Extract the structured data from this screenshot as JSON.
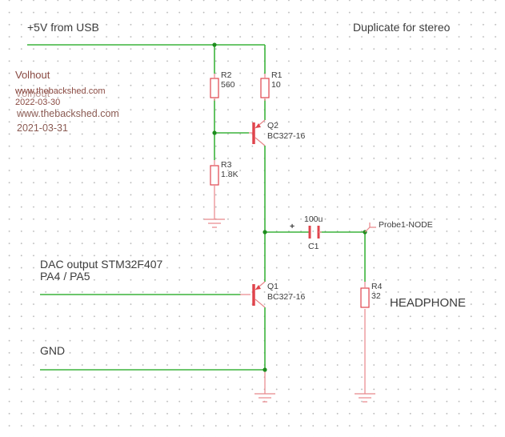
{
  "schematic": {
    "title_labels": {
      "supply": "+5V from USB",
      "note": "Duplicate for stereo",
      "input": "DAC output STM32F407",
      "input_pins": "PA4 / PA5",
      "ground": "GND",
      "load": "HEADPHONE"
    },
    "watermark": {
      "lines": [
        "Volhout",
        "www.thebackshed.com",
        "2022-03-30",
        "www.thebackshed.com",
        "2021-03-31"
      ],
      "overlap_ghost": "Volhout"
    },
    "components": [
      {
        "ref": "R2",
        "value": "560",
        "type": "resistor"
      },
      {
        "ref": "R1",
        "value": "10",
        "type": "resistor"
      },
      {
        "ref": "R3",
        "value": "1.8K",
        "type": "resistor"
      },
      {
        "ref": "Q2",
        "value": "BC327-16",
        "type": "pnp-transistor"
      },
      {
        "ref": "Q1",
        "value": "BC327-16",
        "type": "pnp-transistor"
      },
      {
        "ref": "C1",
        "value": "100u",
        "type": "polarized-capacitor",
        "polarity_mark": "+"
      },
      {
        "ref": "R4",
        "value": "32",
        "type": "resistor"
      }
    ],
    "probe": {
      "label": "Probe1-NODE"
    },
    "colors": {
      "wire": "#3cb43c",
      "component": "#e0444c",
      "component_light": "#e8868a",
      "junction": "#1e8c1e",
      "text": "#3c3c3c",
      "watermark": "#8a4a42",
      "grid_dot": "#b9b9b9"
    }
  }
}
